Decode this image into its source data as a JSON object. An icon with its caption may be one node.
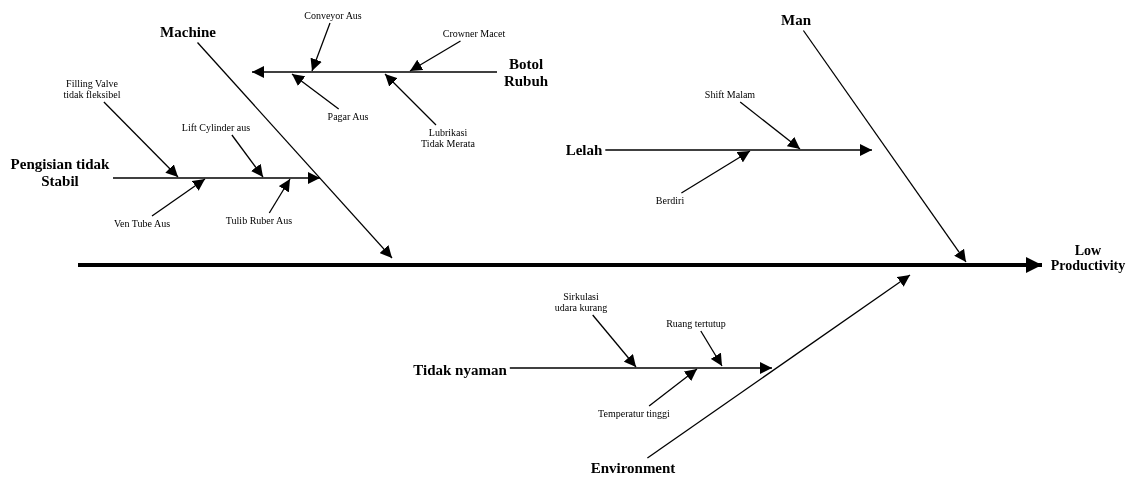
{
  "diagram": {
    "nodes": [
      {
        "text": [
          "Low Productivity"
        ]
      },
      {
        "text": [
          "Machine"
        ]
      },
      {
        "text": [
          "Man"
        ]
      },
      {
        "text": [
          "Environment"
        ]
      },
      {
        "text": [
          "Botol Rubuh"
        ]
      },
      {
        "text": [
          "Pengisian tidak Stabil"
        ]
      },
      {
        "text": [
          "Lelah"
        ]
      },
      {
        "text": [
          "Tidak nyaman"
        ]
      },
      {
        "text": [
          "Conveyor Aus"
        ]
      },
      {
        "text": [
          "Crowner Macet"
        ]
      },
      {
        "text": [
          "Pagar Aus"
        ]
      },
      {
        "text": [
          "Lubrikasi Tidak Merata"
        ]
      },
      {
        "text": [
          "Filling Valve tidak fleksibel"
        ]
      },
      {
        "text": [
          "Lift Cylinder aus"
        ]
      },
      {
        "text": [
          "Ven Tube Aus"
        ]
      },
      {
        "text": [
          "Tulib Ruber Aus"
        ]
      },
      {
        "text": [
          "Shift Malam"
        ]
      },
      {
        "text": [
          "Berdiri"
        ]
      },
      {
        "text": [
          "Sirkulasi udara kurang"
        ]
      },
      {
        "text": [
          "Ruang tertutup"
        ]
      },
      {
        "text": [
          "Temperatur tinggi"
        ]
      }
    ],
    "edges": [
      {
        "from": null,
        "to": 0,
        "arrow": "to",
        "style": "thick"
      },
      {
        "from": 1,
        "to": null,
        "arrow": "to"
      },
      {
        "from": 2,
        "to": null,
        "arrow": "to"
      },
      {
        "from": 3,
        "to": null,
        "arrow": "to"
      },
      {
        "from": 4,
        "to": null,
        "arrow": "to"
      },
      {
        "from": 5,
        "to": null,
        "arrow": "to"
      },
      {
        "from": 6,
        "to": null,
        "arrow": "to"
      },
      {
        "from": 7,
        "to": null,
        "arrow": "to"
      },
      {
        "from": 8,
        "to": null,
        "arrow": "to"
      },
      {
        "from": 9,
        "to": null,
        "arrow": "to"
      },
      {
        "from": 10,
        "to": null,
        "arrow": "to"
      },
      {
        "from": 11,
        "to": null,
        "arrow": "to"
      },
      {
        "from": 12,
        "to": null,
        "arrow": "to"
      },
      {
        "from": 13,
        "to": null,
        "arrow": "to"
      },
      {
        "from": 14,
        "to": null,
        "arrow": "to"
      },
      {
        "from": 15,
        "to": null,
        "arrow": "to"
      },
      {
        "from": 16,
        "to": null,
        "arrow": "to"
      },
      {
        "from": 17,
        "to": null,
        "arrow": "to"
      },
      {
        "from": 18,
        "to": null,
        "arrow": "to"
      },
      {
        "from": 19,
        "to": null,
        "arrow": "to"
      },
      {
        "from": 20,
        "to": null,
        "arrow": "to"
      }
    ]
  }
}
